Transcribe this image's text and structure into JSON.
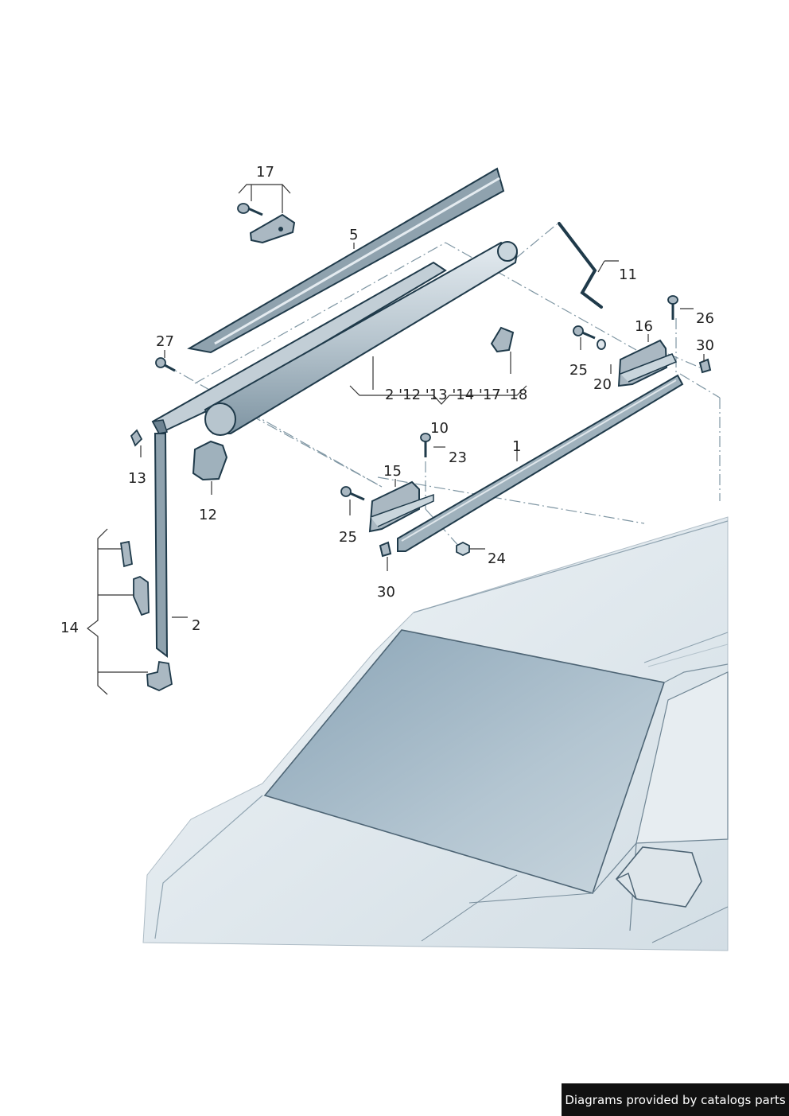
{
  "callouts": {
    "c1": "1",
    "c2a": "2",
    "c2b": "2",
    "c5": "5",
    "c10": "10",
    "c11": "11",
    "c12": "12",
    "c13": "13",
    "c14": "14",
    "c15": "15",
    "c16": "16",
    "c17": "17",
    "c20": "20",
    "c23": "23",
    "c24": "24",
    "c25a": "25",
    "c25b": "25",
    "c26": "26",
    "c27": "27",
    "c30a": "30",
    "c30b": "30",
    "group": "2 '12 '13 '14  '17 '18"
  },
  "footer": {
    "credit": "Diagrams provided by catalogs parts"
  },
  "colors": {
    "outline": "#1f3a4a",
    "part_fill": "#aab8c2",
    "part_light": "#dfe6eb",
    "leader": "#7f96a3",
    "glass": "#9fb4c2",
    "car_body": "#e2e9ee"
  }
}
